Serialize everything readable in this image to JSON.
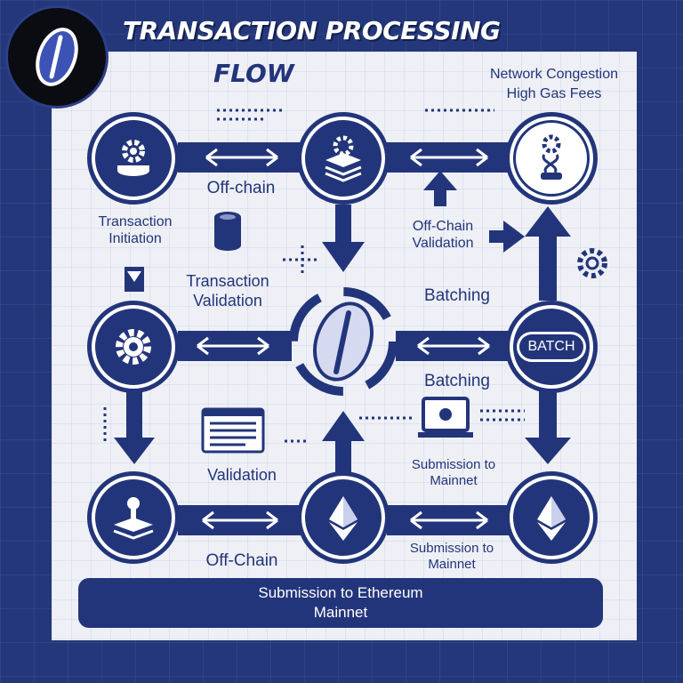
{
  "header": {
    "title_line1": "TRANSACTION PROCESSING",
    "title_line2": "FLOW"
  },
  "labels": {
    "network_congestion": "Network Congestion",
    "high_gas_fees": "High Gas Fees",
    "off_chain_top": "Off-chain",
    "transaction_initiation": "Transaction\nInitiation",
    "transaction_validation": "Transaction\nValidation",
    "off_chain_validation": "Off-Chain\nValidation",
    "batching_1": "Batching",
    "batching_2": "Batching",
    "validation": "Validation",
    "submission_mainnet_1": "Submission to\nMainnet",
    "submission_mainnet_2": "Submission to\nMainnet",
    "off_chain_bottom": "Off-Chain",
    "batch_badge": "BATCH"
  },
  "footer": {
    "line1": "Submission to Ethereum",
    "line2": "Mainnet"
  },
  "icons": {
    "logo": "logo-icon",
    "node_top_left": "gear-stack-icon",
    "node_top_middle": "layered-gear-icon",
    "node_top_right": "robot-gear-icon",
    "node_mid_left": "gear-icon",
    "node_center": "ethereum-coin-icon",
    "node_mid_right": "batch-icon",
    "node_bottom_left": "stack-key-icon",
    "node_bottom_middle": "ethereum-icon",
    "node_bottom_right": "ethereum-icon"
  },
  "colors": {
    "primary": "#23357a",
    "background": "#24377a",
    "panel": "#eef0f6"
  }
}
